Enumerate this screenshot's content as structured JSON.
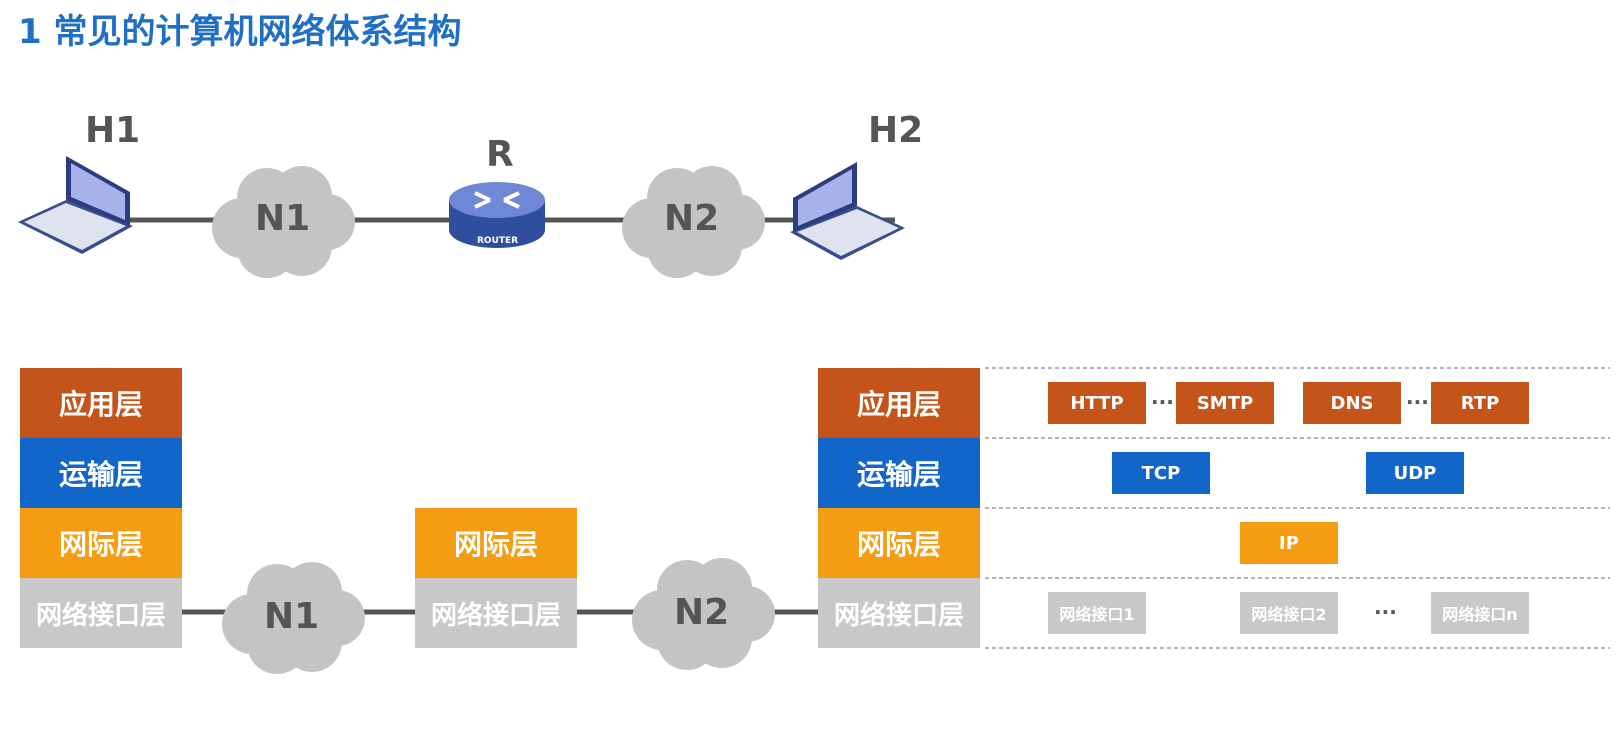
{
  "title": "1 常见的计算机网络体系结构",
  "topology": {
    "host1": "H1",
    "host2": "H2",
    "router": "R",
    "router_badge": "ROUTER",
    "net1": "N1",
    "net2": "N2"
  },
  "stack_left": [
    "应用层",
    "运输层",
    "网际层",
    "网络接口层"
  ],
  "stack_router": [
    "网际层",
    "网络接口层"
  ],
  "stack_right": [
    "应用层",
    "运输层",
    "网际层",
    "网络接口层"
  ],
  "bottom_net1": "N1",
  "bottom_net2": "N2",
  "protocols": {
    "app": [
      "HTTP",
      "SMTP",
      "DNS",
      "RTP"
    ],
    "transport": [
      "TCP",
      "UDP"
    ],
    "network": [
      "IP"
    ],
    "link": [
      "网络接口1",
      "网络接口2",
      "网络接口n"
    ],
    "ellipsis": "···"
  },
  "colors": {
    "application": "#c5541a",
    "transport": "#1366c9",
    "internet": "#f59d12",
    "link": "#c8c8c8",
    "title": "#1f6fc5"
  }
}
